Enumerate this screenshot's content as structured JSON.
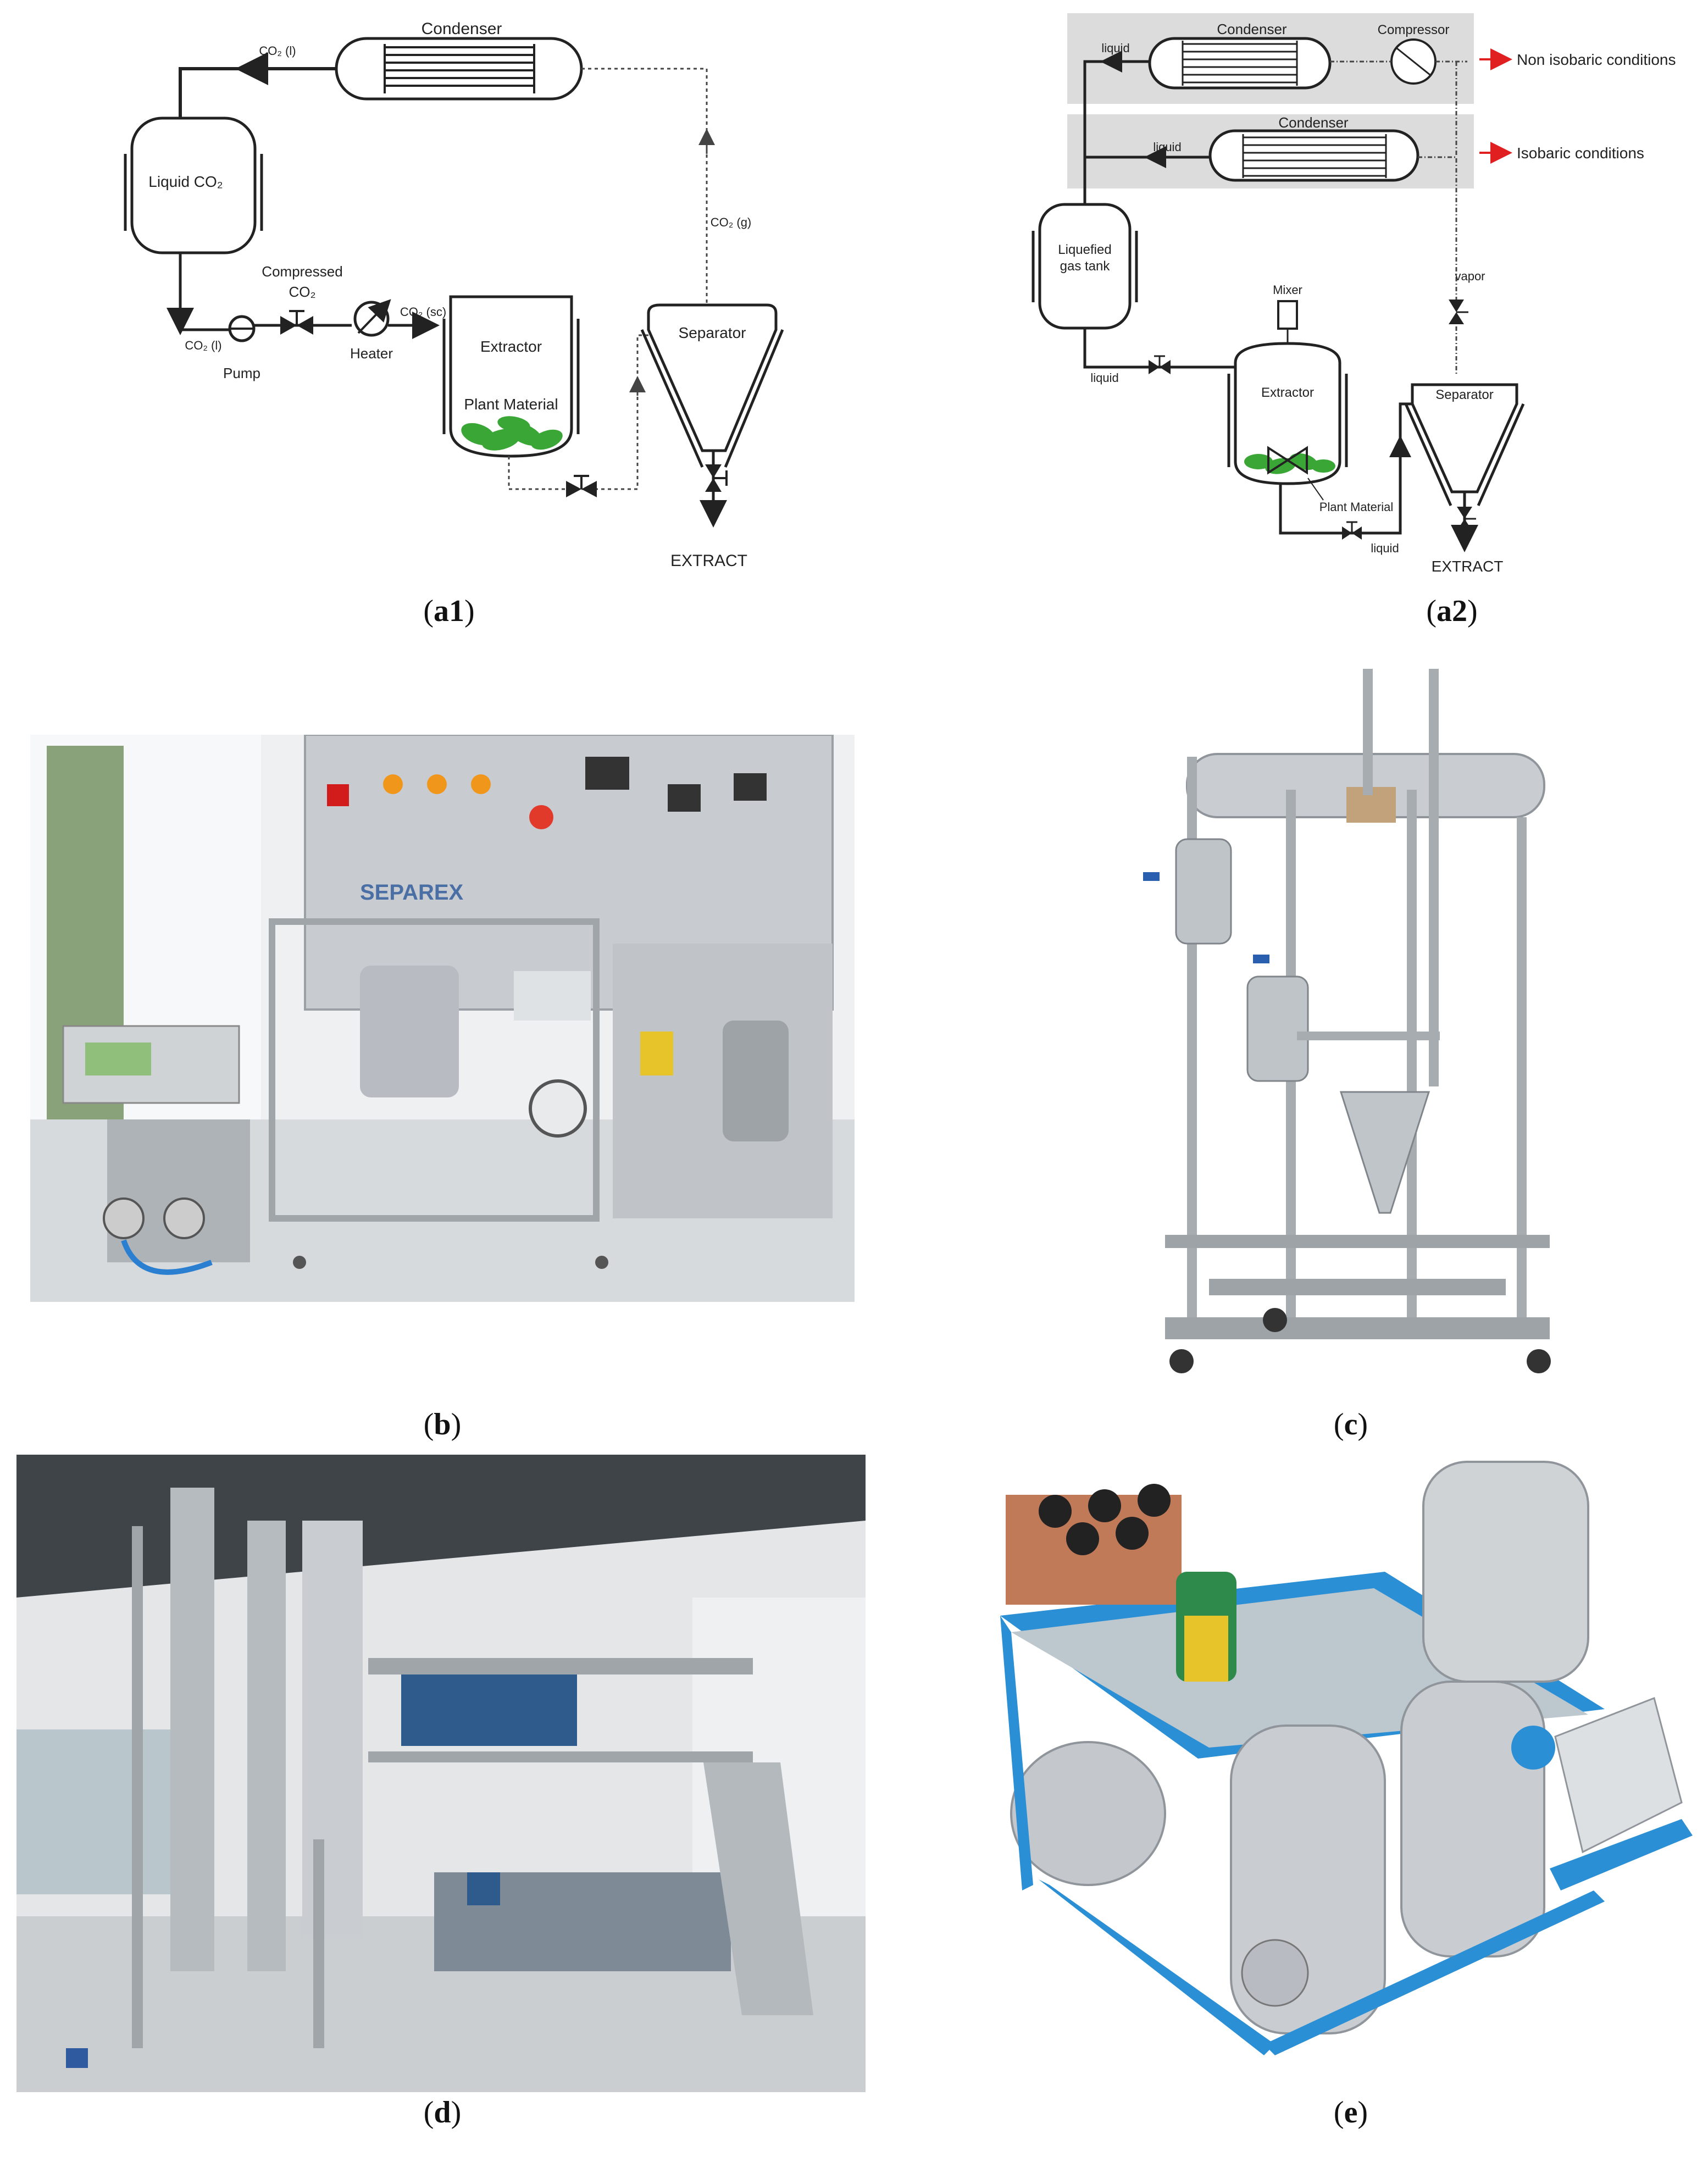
{
  "panels": {
    "a1": {
      "caption_open": "(",
      "caption_id": "a1",
      "caption_close": ")",
      "labels": {
        "condenser": "Condenser",
        "co2_l_top": "CO₂ (l)",
        "liquid_co2": "Liquid CO₂",
        "compressed": "Compressed",
        "co2_compressed": "CO₂",
        "co2_l_bottom": "CO₂ (l)",
        "pump": "Pump",
        "heater": "Heater",
        "co2_sc": "CO₂ (sc)",
        "extractor": "Extractor",
        "plant_material": "Plant Material",
        "co2_g": "CO₂ (g)",
        "separator": "Separator",
        "extract": "EXTRACT"
      }
    },
    "a2": {
      "caption_open": "(",
      "caption_id": "a2",
      "caption_close": ")",
      "labels": {
        "condenser_top": "Condenser",
        "compressor": "Compressor",
        "liquid_top": "liquid",
        "non_isobaric": "Non isobaric conditions",
        "condenser_mid": "Condenser",
        "liquid_mid": "liquid",
        "isobaric": "Isobaric conditions",
        "liquefied_1": "Liquefied",
        "liquefied_2": "gas tank",
        "mixer": "Mixer",
        "vapor": "vapor",
        "liquid_left": "liquid",
        "extractor": "Extractor",
        "separator": "Separator",
        "plant_material": "Plant Material",
        "liquid_bottom": "liquid",
        "extract": "EXTRACT"
      }
    },
    "b": {
      "caption_open": "(",
      "caption_id": "b",
      "caption_close": ")",
      "brand": "SEPAREX"
    },
    "c": {
      "caption_open": "(",
      "caption_id": "c",
      "caption_close": ")"
    },
    "d": {
      "caption_open": "(",
      "caption_id": "d",
      "caption_close": ")"
    },
    "e": {
      "caption_open": "(",
      "caption_id": "e",
      "caption_close": ")"
    }
  },
  "colors": {
    "line": "#222222",
    "plant": "#3aa636",
    "red_arrow": "#e02020",
    "gray_band": "#dcdcdc",
    "steel": "#b8bcc2",
    "blue_frame": "#2a8fd4",
    "green_motor": "#2e8a4a"
  }
}
